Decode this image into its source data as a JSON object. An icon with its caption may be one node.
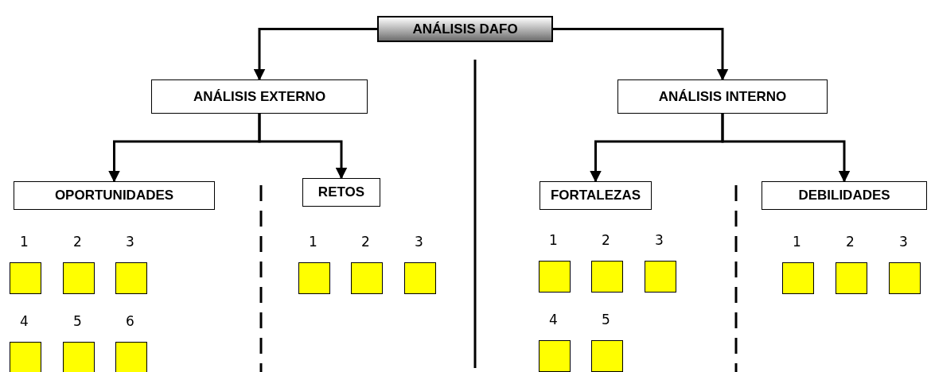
{
  "diagram": {
    "nodes": [
      {
        "text": [
          "ANÁLISIS DAFO"
        ]
      },
      {
        "text": [
          "ANÁLISIS EXTERNO"
        ]
      },
      {
        "text": [
          "ANÁLISIS INTERNO"
        ]
      },
      {
        "text": [
          "OPORTUNIDADES"
        ]
      },
      {
        "text": [
          "RETOS"
        ]
      },
      {
        "text": [
          "FORTALEZAS"
        ]
      },
      {
        "text": [
          "DEBILIDADES"
        ]
      },
      {
        "text": [],
        "shape": "box",
        "beside": [
          "1"
        ]
      },
      {
        "text": [],
        "shape": "box",
        "beside": [
          "2"
        ]
      },
      {
        "text": [],
        "shape": "box",
        "beside": [
          "3"
        ]
      },
      {
        "text": [],
        "shape": "box",
        "beside": [
          "4"
        ]
      },
      {
        "text": [],
        "shape": "box",
        "beside": [
          "5"
        ]
      },
      {
        "text": [],
        "shape": "box",
        "beside": [
          "6"
        ]
      },
      {
        "text": [],
        "shape": "box",
        "beside": [
          "1"
        ]
      },
      {
        "text": [],
        "shape": "box",
        "beside": [
          "2"
        ]
      },
      {
        "text": [],
        "shape": "box",
        "beside": [
          "3"
        ]
      },
      {
        "text": [],
        "shape": "box",
        "beside": [
          "1"
        ]
      },
      {
        "text": [],
        "shape": "box",
        "beside": [
          "2"
        ]
      },
      {
        "text": [],
        "shape": "box",
        "beside": [
          "3"
        ]
      },
      {
        "text": [],
        "shape": "box",
        "beside": [
          "4"
        ]
      },
      {
        "text": [],
        "shape": "box",
        "beside": [
          "5"
        ]
      },
      {
        "text": [],
        "shape": "box",
        "beside": [
          "1"
        ]
      },
      {
        "text": [],
        "shape": "box",
        "beside": [
          "2"
        ]
      },
      {
        "text": [],
        "shape": "box",
        "beside": [
          "3"
        ]
      }
    ],
    "edges": [
      {
        "from": 0,
        "to": 1,
        "arrow": "to"
      },
      {
        "from": 0,
        "to": 2,
        "arrow": "to"
      },
      {
        "from": 1,
        "to": 3,
        "arrow": "to"
      },
      {
        "from": 1,
        "to": 4,
        "arrow": "to"
      },
      {
        "from": 2,
        "to": 5,
        "arrow": "to"
      },
      {
        "from": 2,
        "to": 6,
        "arrow": "to"
      }
    ]
  }
}
